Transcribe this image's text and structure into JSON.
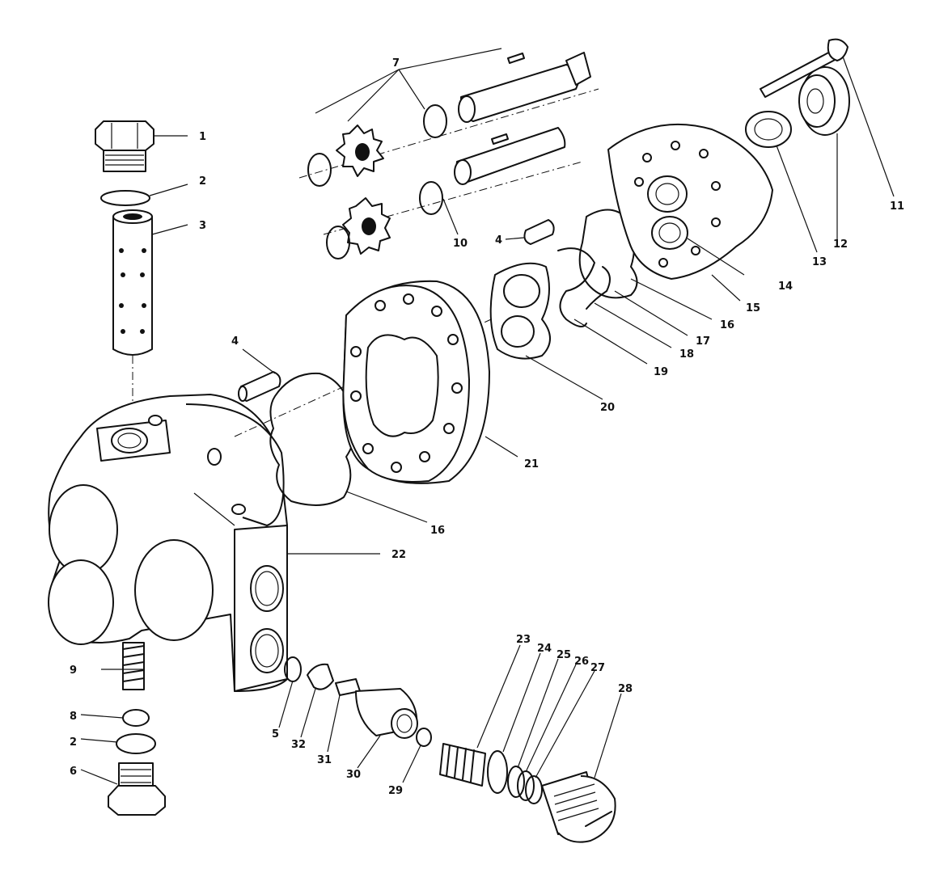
{
  "callouts": {
    "c1": "1",
    "c2a": "2",
    "c3": "3",
    "c4a": "4",
    "c4b": "4",
    "c5": "5",
    "c6": "6",
    "c7": "7",
    "c8": "8",
    "c9": "9",
    "c10": "10",
    "c11": "11",
    "c12": "12",
    "c13": "13",
    "c14": "14",
    "c15": "15",
    "c16a": "16",
    "c16b": "16",
    "c17": "17",
    "c18": "18",
    "c19": "19",
    "c20": "20",
    "c21": "21",
    "c22": "22",
    "c23": "23",
    "c24": "24",
    "c25": "25",
    "c26": "26",
    "c27": "27",
    "c28": "28",
    "c29": "29",
    "c30": "30",
    "c31": "31",
    "c32": "32",
    "c2b": "2"
  }
}
